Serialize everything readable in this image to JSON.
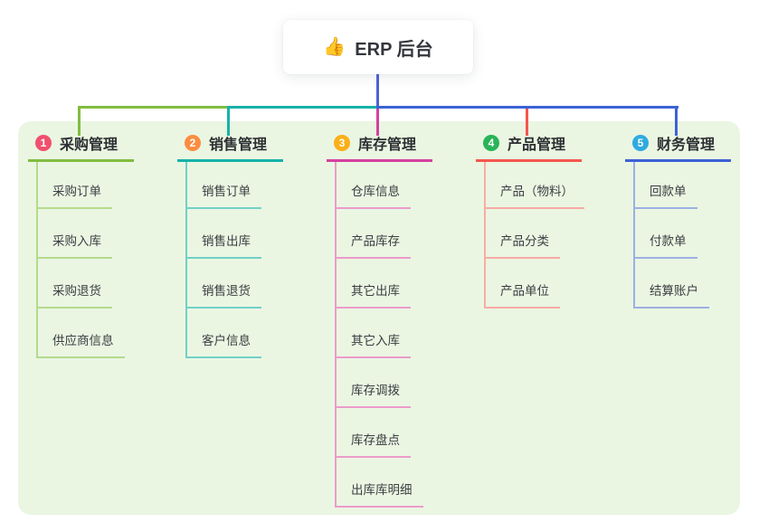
{
  "root": {
    "icon": "👍",
    "title": "ERP 后台"
  },
  "colors": {
    "panel_bg": "#eaf6e2",
    "root_trunk": "#4f63d2",
    "page_bg": "#ffffff"
  },
  "branches": [
    {
      "num": "1",
      "title": "采购管理",
      "badge_color": "#f0506e",
      "line_color": "#82bc40",
      "child_line_color": "#b5da8c",
      "children": [
        "采购订单",
        "采购入库",
        "采购退货",
        "供应商信息"
      ]
    },
    {
      "num": "2",
      "title": "销售管理",
      "badge_color": "#fb8d41",
      "line_color": "#16b2a8",
      "child_line_color": "#72d0c8",
      "children": [
        "销售订单",
        "销售出库",
        "销售退货",
        "客户信息"
      ]
    },
    {
      "num": "3",
      "title": "库存管理",
      "badge_color": "#fbaf18",
      "line_color": "#d6409f",
      "child_line_color": "#ec9bcb",
      "children": [
        "仓库信息",
        "产品库存",
        "其它出库",
        "其它入库",
        "库存调拨",
        "库存盘点",
        "出库库明细"
      ]
    },
    {
      "num": "4",
      "title": "产品管理",
      "badge_color": "#28b458",
      "line_color": "#f5564d",
      "child_line_color": "#f8aba5",
      "children": [
        "产品（物料）",
        "产品分类",
        "产品单位"
      ]
    },
    {
      "num": "5",
      "title": "财务管理",
      "badge_color": "#2fabe1",
      "line_color": "#3c62d6",
      "child_line_color": "#9cb0e2",
      "children": [
        "回款单",
        "付款单",
        "结算账户"
      ]
    }
  ]
}
